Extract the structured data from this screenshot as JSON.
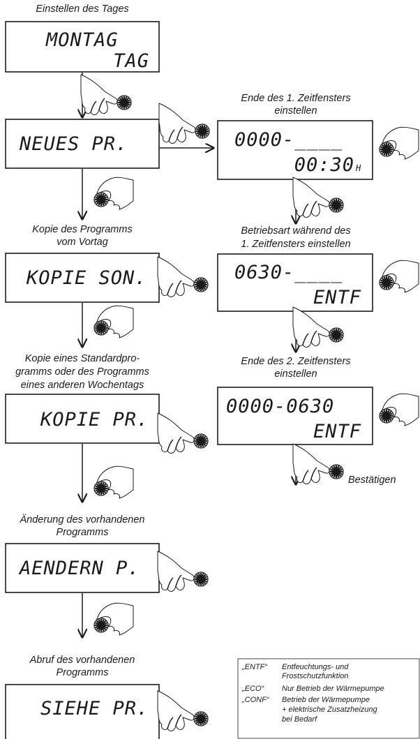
{
  "captions": {
    "day": "Einstellen des Tages",
    "copy_prev_1": "Kopie des Programms",
    "copy_prev_2": "vom Vortag",
    "copy_std_1": "Kopie eines Standardpro-",
    "copy_std_2": "gramms oder des Programms",
    "copy_std_3": "eines anderen Wochentags",
    "change_1": "Änderung des vorhandenen",
    "change_2": "Programms",
    "view_1": "Abruf des vorhandenen",
    "view_2": "Programms",
    "end1_1": "Ende des 1. Zeitfensters",
    "end1_2": "einstellen",
    "mode1_1": "Betriebsart während des",
    "mode1_2": "1. Zeitfensters einstellen",
    "end2_1": "Ende des 2. Zeitfensters",
    "end2_2": "einstellen",
    "confirm": "Bestätigen"
  },
  "displays": {
    "montag": {
      "line1": "MONTAG",
      "line2": "TAG"
    },
    "neues": {
      "line1": "NEUES PR."
    },
    "kopie_son": {
      "line1": "KOPIE SON."
    },
    "kopie_pr": {
      "line1": "KOPIE PR."
    },
    "aendern": {
      "line1": "AENDERN P."
    },
    "siehe": {
      "line1": "SIEHE PR."
    },
    "end1": {
      "line1": "0000-____",
      "line2": "00:30",
      "unit": "H"
    },
    "mode1": {
      "line1": "0630-____",
      "line2": "ENTF"
    },
    "end2": {
      "line1": "0000-0630",
      "line2": "ENTF"
    }
  },
  "legend": {
    "items": [
      {
        "key": "„ENTF“",
        "desc": [
          "Entfeuchtungs- und",
          "Frostschutzfunktion"
        ]
      },
      {
        "key": "„ECO“",
        "desc": [
          "Nur Betrieb der Wärmepumpe"
        ]
      },
      {
        "key": "„CONF“",
        "desc": [
          "Betrieb der Wärmepumpe",
          "+ elektrische Zusatzheizung",
          "bei Bedarf"
        ]
      }
    ]
  },
  "icons": [
    "hand-press-icon",
    "hand-rotate-icon",
    "knob-icon",
    "arrow-down-icon",
    "arrow-right-icon"
  ]
}
